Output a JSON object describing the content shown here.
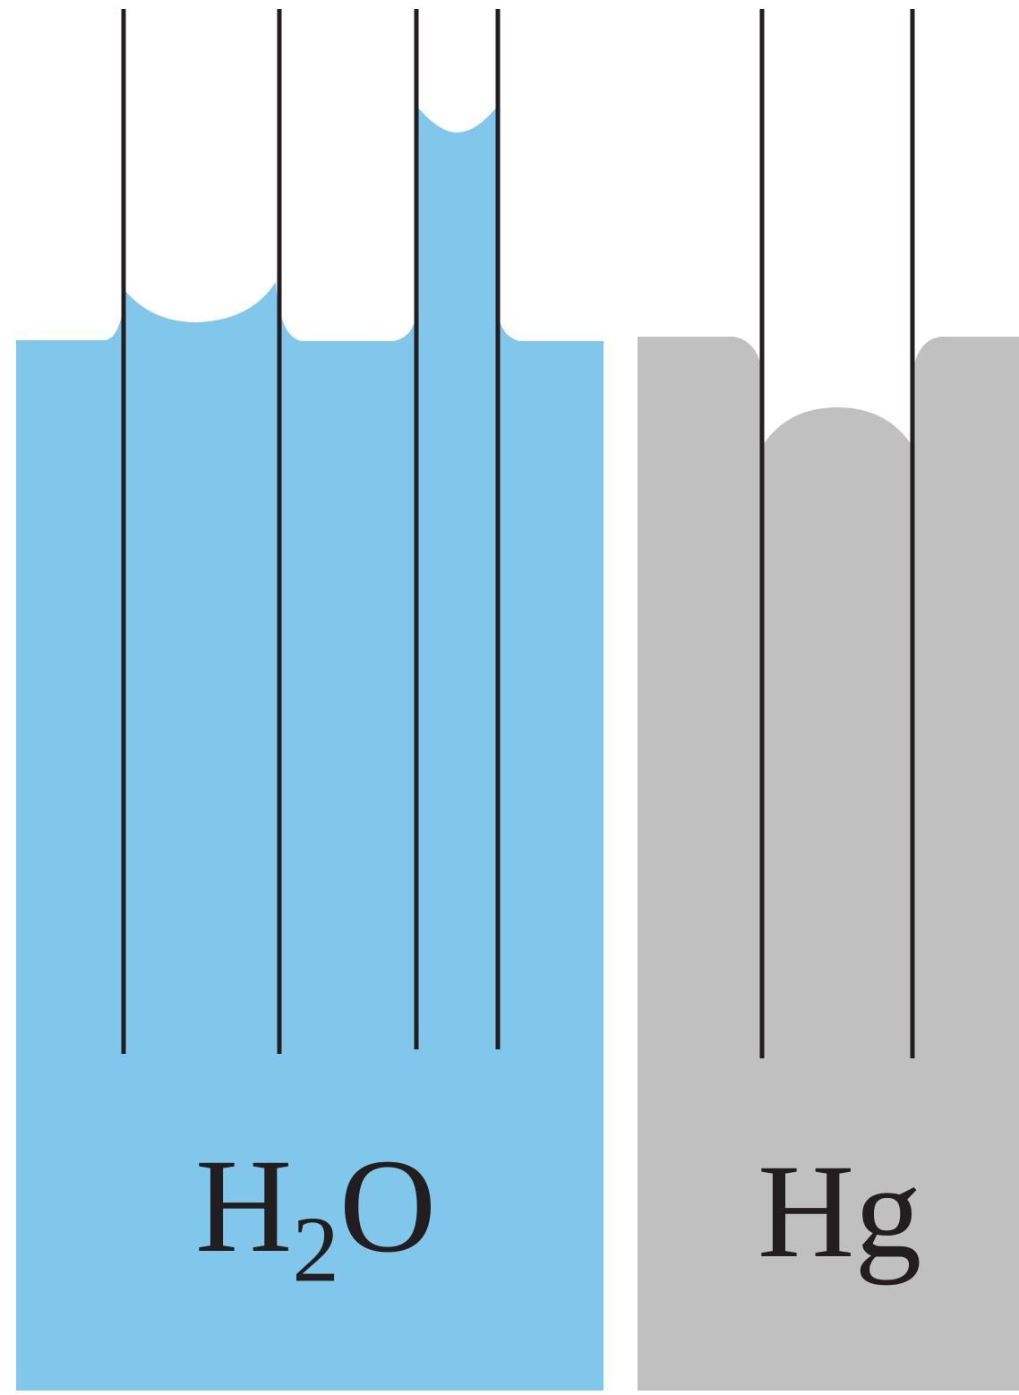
{
  "colors": {
    "water": "#81c6eb",
    "mercury": "#c0c0c0",
    "tube": "#221e1f",
    "background": "#ffffff"
  },
  "labels": {
    "water": {
      "main": "H",
      "sub": "2",
      "tail": "O"
    },
    "mercury": "Hg"
  }
}
